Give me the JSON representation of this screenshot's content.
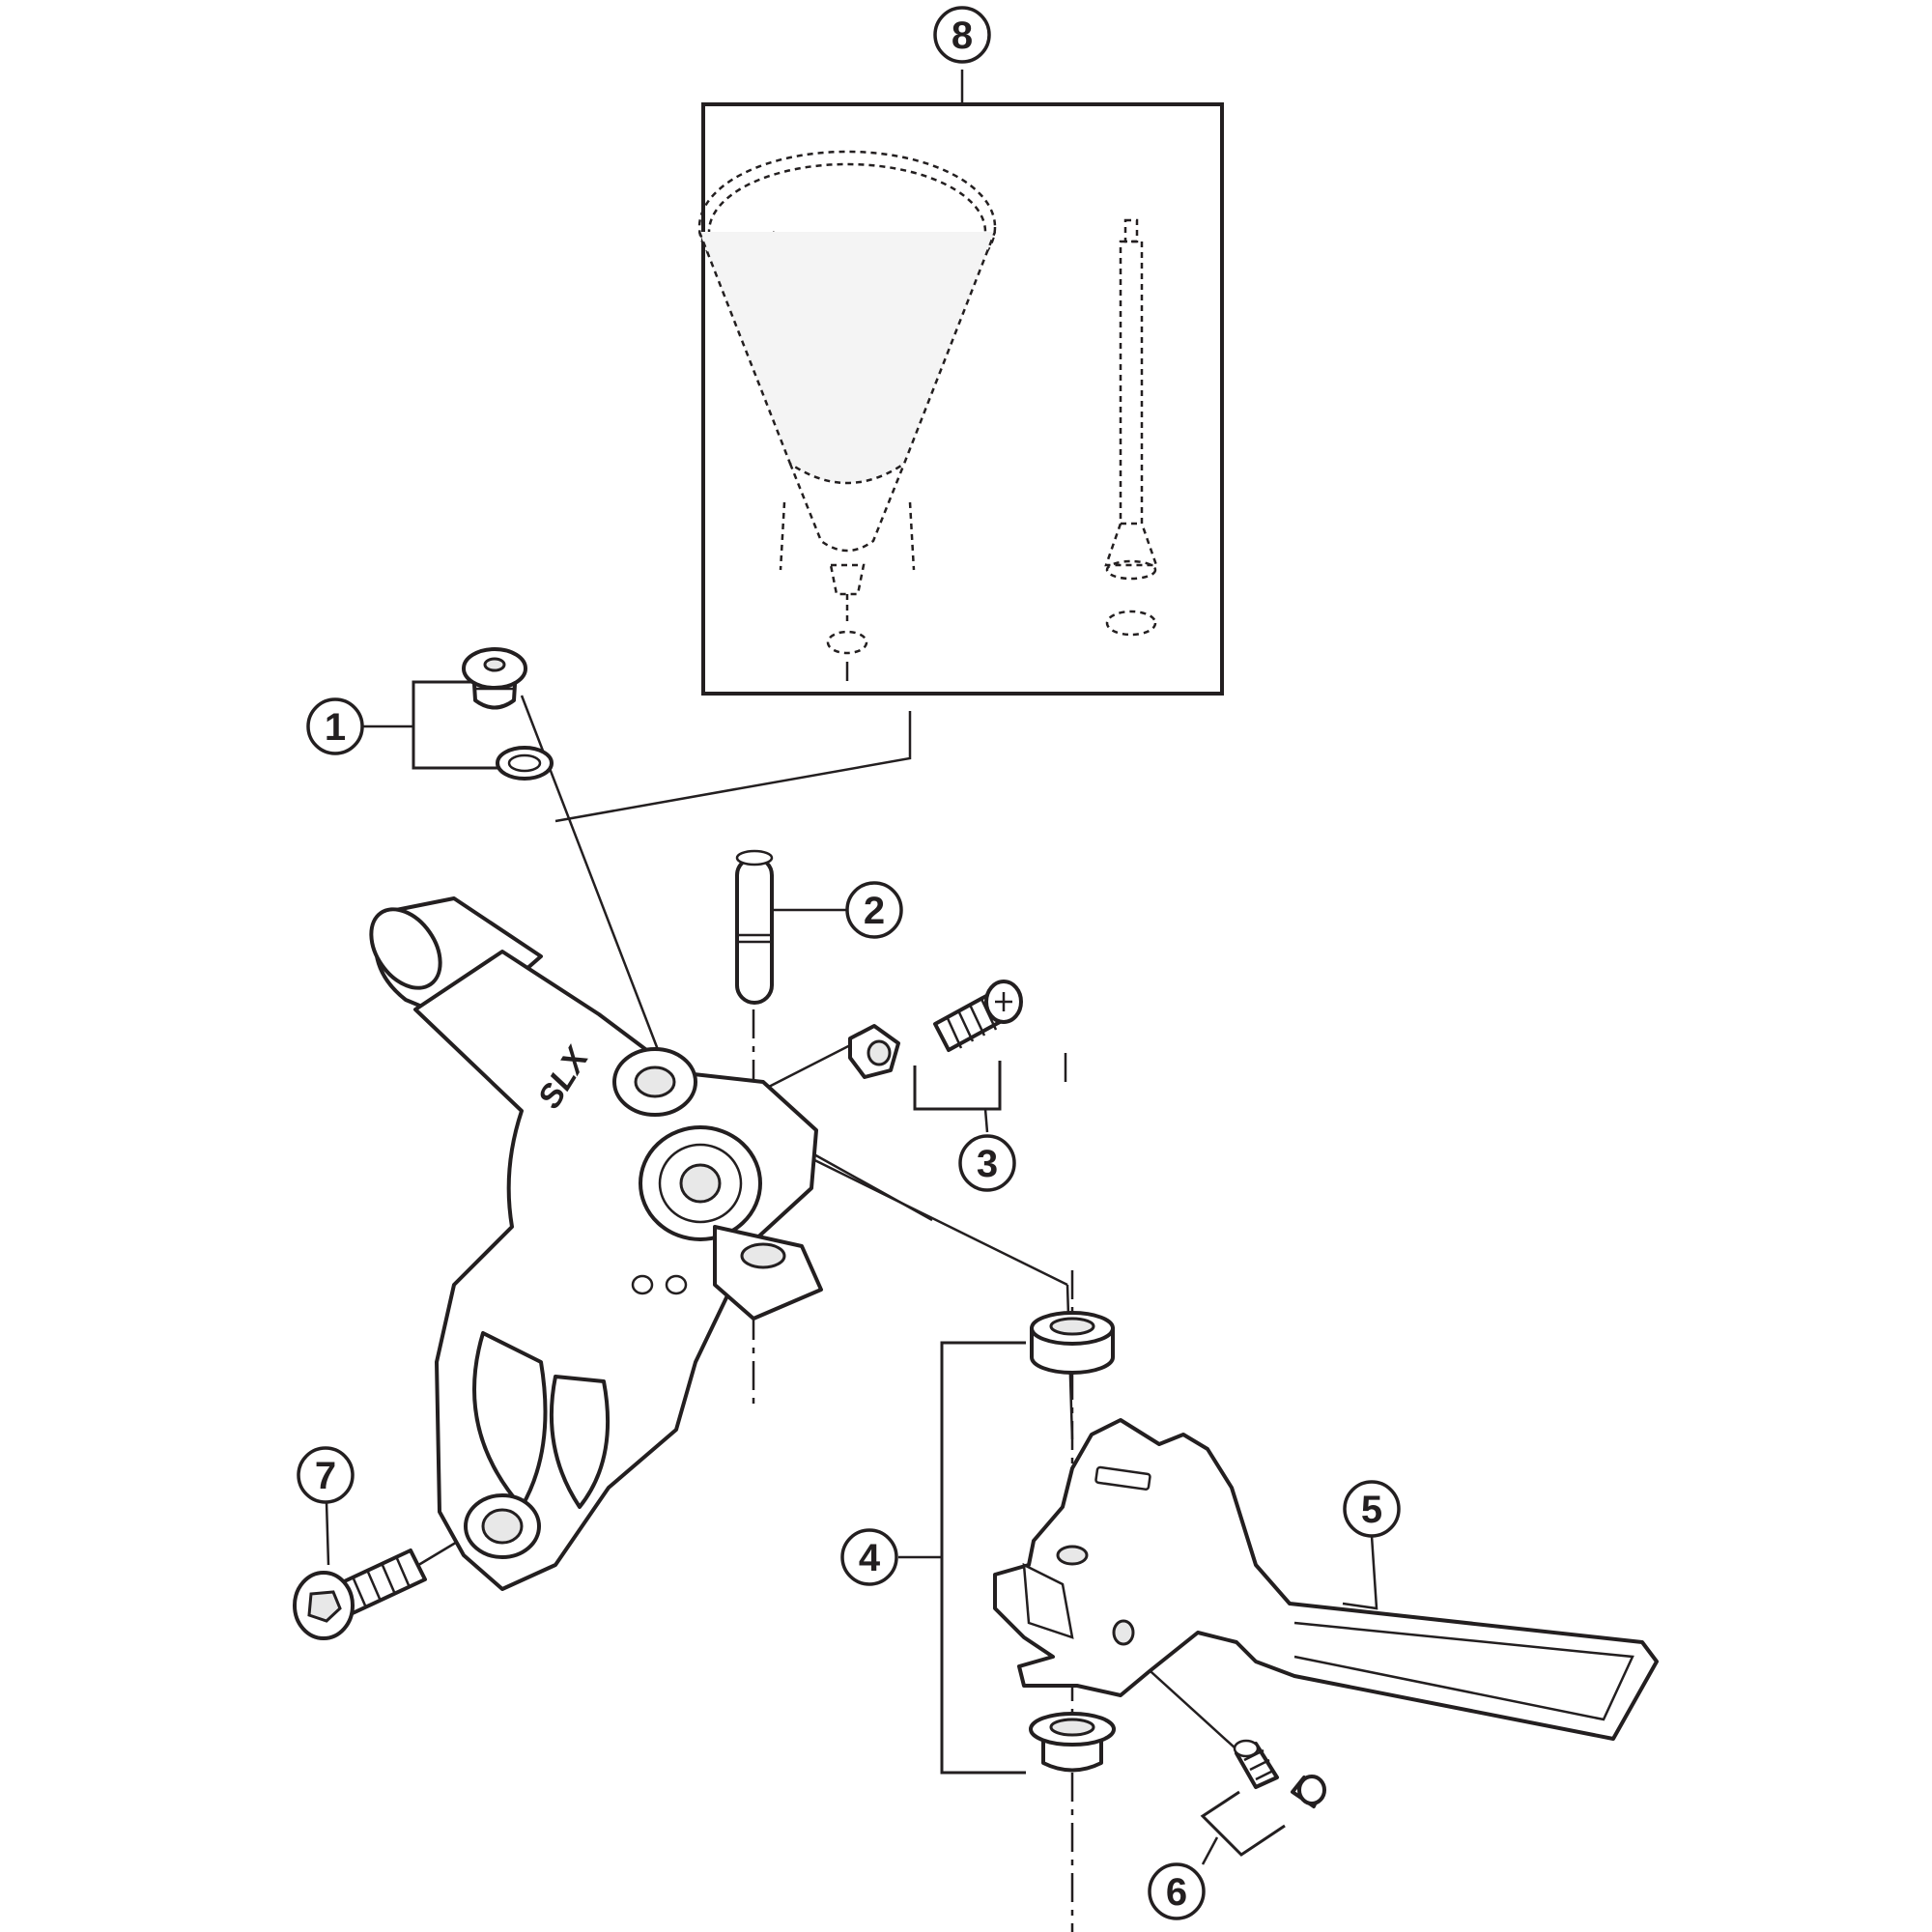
{
  "callouts": [
    {
      "id": "1",
      "label": "1"
    },
    {
      "id": "2",
      "label": "2"
    },
    {
      "id": "3",
      "label": "3"
    },
    {
      "id": "4",
      "label": "4"
    },
    {
      "id": "5",
      "label": "5"
    },
    {
      "id": "6",
      "label": "6"
    },
    {
      "id": "7",
      "label": "7"
    },
    {
      "id": "8",
      "label": "8"
    }
  ],
  "body_logo_text": "SLX",
  "icons": [
    "hex-socket-bolt-icon",
    "pin-icon",
    "adjust-screw-icon",
    "bushing-icon",
    "lever-blade-icon",
    "set-screw-icon",
    "clamp-bolt-icon",
    "bleed-funnel-icon"
  ]
}
